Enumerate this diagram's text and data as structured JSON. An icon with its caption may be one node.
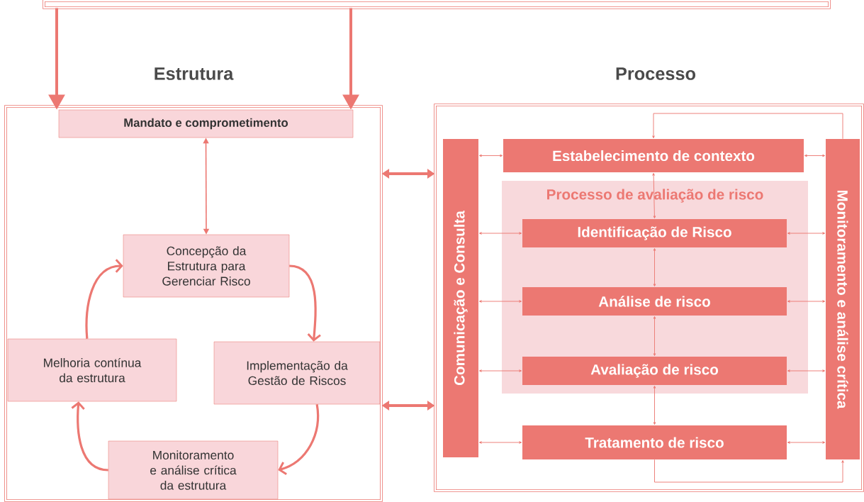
{
  "diagram": {
    "nodes": [
      {
        "text": [],
        "shape": "box"
      },
      {
        "text": [
          "Estrutura"
        ]
      },
      {
        "text": [
          "Mandato e comprometimento"
        ],
        "in": 1
      },
      {
        "text": [
          "Concepção da Estrutura para Gerenciar Risco"
        ],
        "in": 1
      },
      {
        "text": [
          "Melhoria contínua da estrutura"
        ],
        "in": 1
      },
      {
        "text": [
          "Implementação da Gestão de Riscos"
        ],
        "in": 1
      },
      {
        "text": [
          "Monitoramento e análise crítica da estrutura"
        ],
        "in": 1
      },
      {
        "text": [
          "Processo"
        ]
      },
      {
        "text": [
          "Comunicação e Consulta"
        ],
        "in": 7
      },
      {
        "text": [
          "Estabelecimento de contexto"
        ],
        "in": 7
      },
      {
        "text": [
          "Processo de avaliação de risco"
        ],
        "in": 7
      },
      {
        "text": [
          "Identificação de Risco"
        ],
        "in": 10
      },
      {
        "text": [
          "Análise de risco"
        ],
        "in": 10
      },
      {
        "text": [
          "Avaliação de risco"
        ],
        "in": 10
      },
      {
        "text": [
          "Tratamento de risco"
        ],
        "in": 7
      },
      {
        "text": [
          "Monitoramento e análise crítica"
        ],
        "in": 7
      }
    ],
    "edges": [
      {
        "from": 0,
        "to": 2,
        "arrow": "to",
        "style": "thick"
      },
      {
        "from": 0,
        "to": 2,
        "arrow": "to",
        "style": "thick"
      },
      {
        "from": 2,
        "to": 3,
        "arrow": "both"
      },
      {
        "from": 3,
        "to": 5,
        "arrow": "to",
        "style": "thick"
      },
      {
        "from": 5,
        "to": 6,
        "arrow": "to",
        "style": "thick"
      },
      {
        "from": 6,
        "to": 4,
        "arrow": "to",
        "style": "thick"
      },
      {
        "from": 4,
        "to": 3,
        "arrow": "to",
        "style": "thick"
      },
      {
        "from": 1,
        "to": 7,
        "arrow": "both",
        "style": "thick"
      },
      {
        "from": 1,
        "to": 7,
        "arrow": "both",
        "style": "thick"
      },
      {
        "from": 8,
        "to": 9,
        "arrow": "both"
      },
      {
        "from": 8,
        "to": 11,
        "arrow": "both"
      },
      {
        "from": 8,
        "to": 12,
        "arrow": "both"
      },
      {
        "from": 8,
        "to": 13,
        "arrow": "both"
      },
      {
        "from": 8,
        "to": 14,
        "arrow": "both"
      },
      {
        "from": 9,
        "to": 15,
        "arrow": "both"
      },
      {
        "from": 11,
        "to": 15,
        "arrow": "both"
      },
      {
        "from": 12,
        "to": 15,
        "arrow": "both"
      },
      {
        "from": 13,
        "to": 15,
        "arrow": "both"
      },
      {
        "from": 14,
        "to": 15,
        "arrow": "both"
      },
      {
        "from": 9,
        "to": 11,
        "arrow": "both"
      },
      {
        "from": 11,
        "to": 12,
        "arrow": "both"
      },
      {
        "from": 12,
        "to": 13,
        "arrow": "both"
      },
      {
        "from": 13,
        "to": 14,
        "arrow": "both"
      },
      {
        "from": 15,
        "to": 9,
        "arrow": "to"
      },
      {
        "from": 14,
        "to": 15,
        "arrow": "to"
      }
    ]
  }
}
